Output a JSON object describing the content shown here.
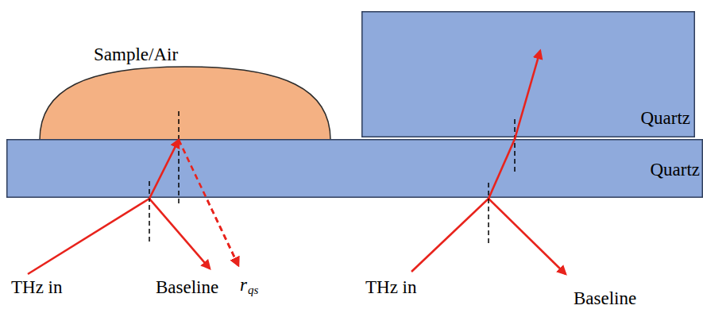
{
  "diagram": {
    "nodes": [
      {
        "text": [
          "Sample/Air"
        ]
      },
      {
        "text": [
          "Quartz"
        ]
      },
      {
        "text": [
          "Quartz"
        ]
      }
    ],
    "labels": [
      "THz in",
      "Baseline",
      "r",
      "qs",
      "THz in",
      "Baseline"
    ]
  }
}
